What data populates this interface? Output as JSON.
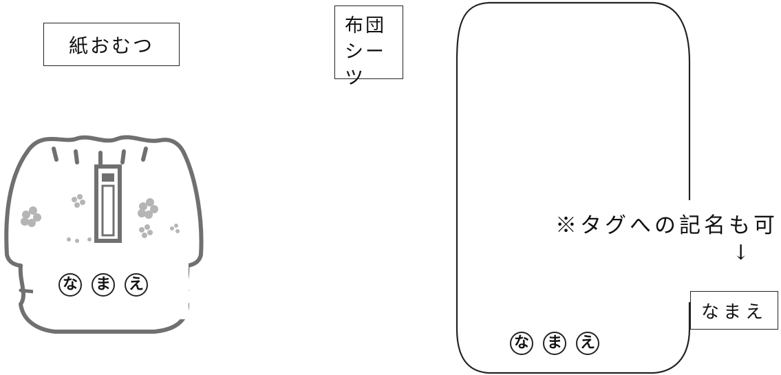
{
  "diaper": {
    "label": "紙おむつ",
    "name_chars": [
      "な",
      "ま",
      "え"
    ]
  },
  "futon_sheet": {
    "label_line1": "布団",
    "label_line2": "シーツ",
    "name_chars": [
      "な",
      "ま",
      "え"
    ],
    "tag_note": "※タグへの記名も可",
    "tag_arrow": "↓",
    "tag_label": "なまえ"
  },
  "colors": {
    "outline": "#222222",
    "diaper_outline": "#707070",
    "flower": "#b5b5b5"
  }
}
